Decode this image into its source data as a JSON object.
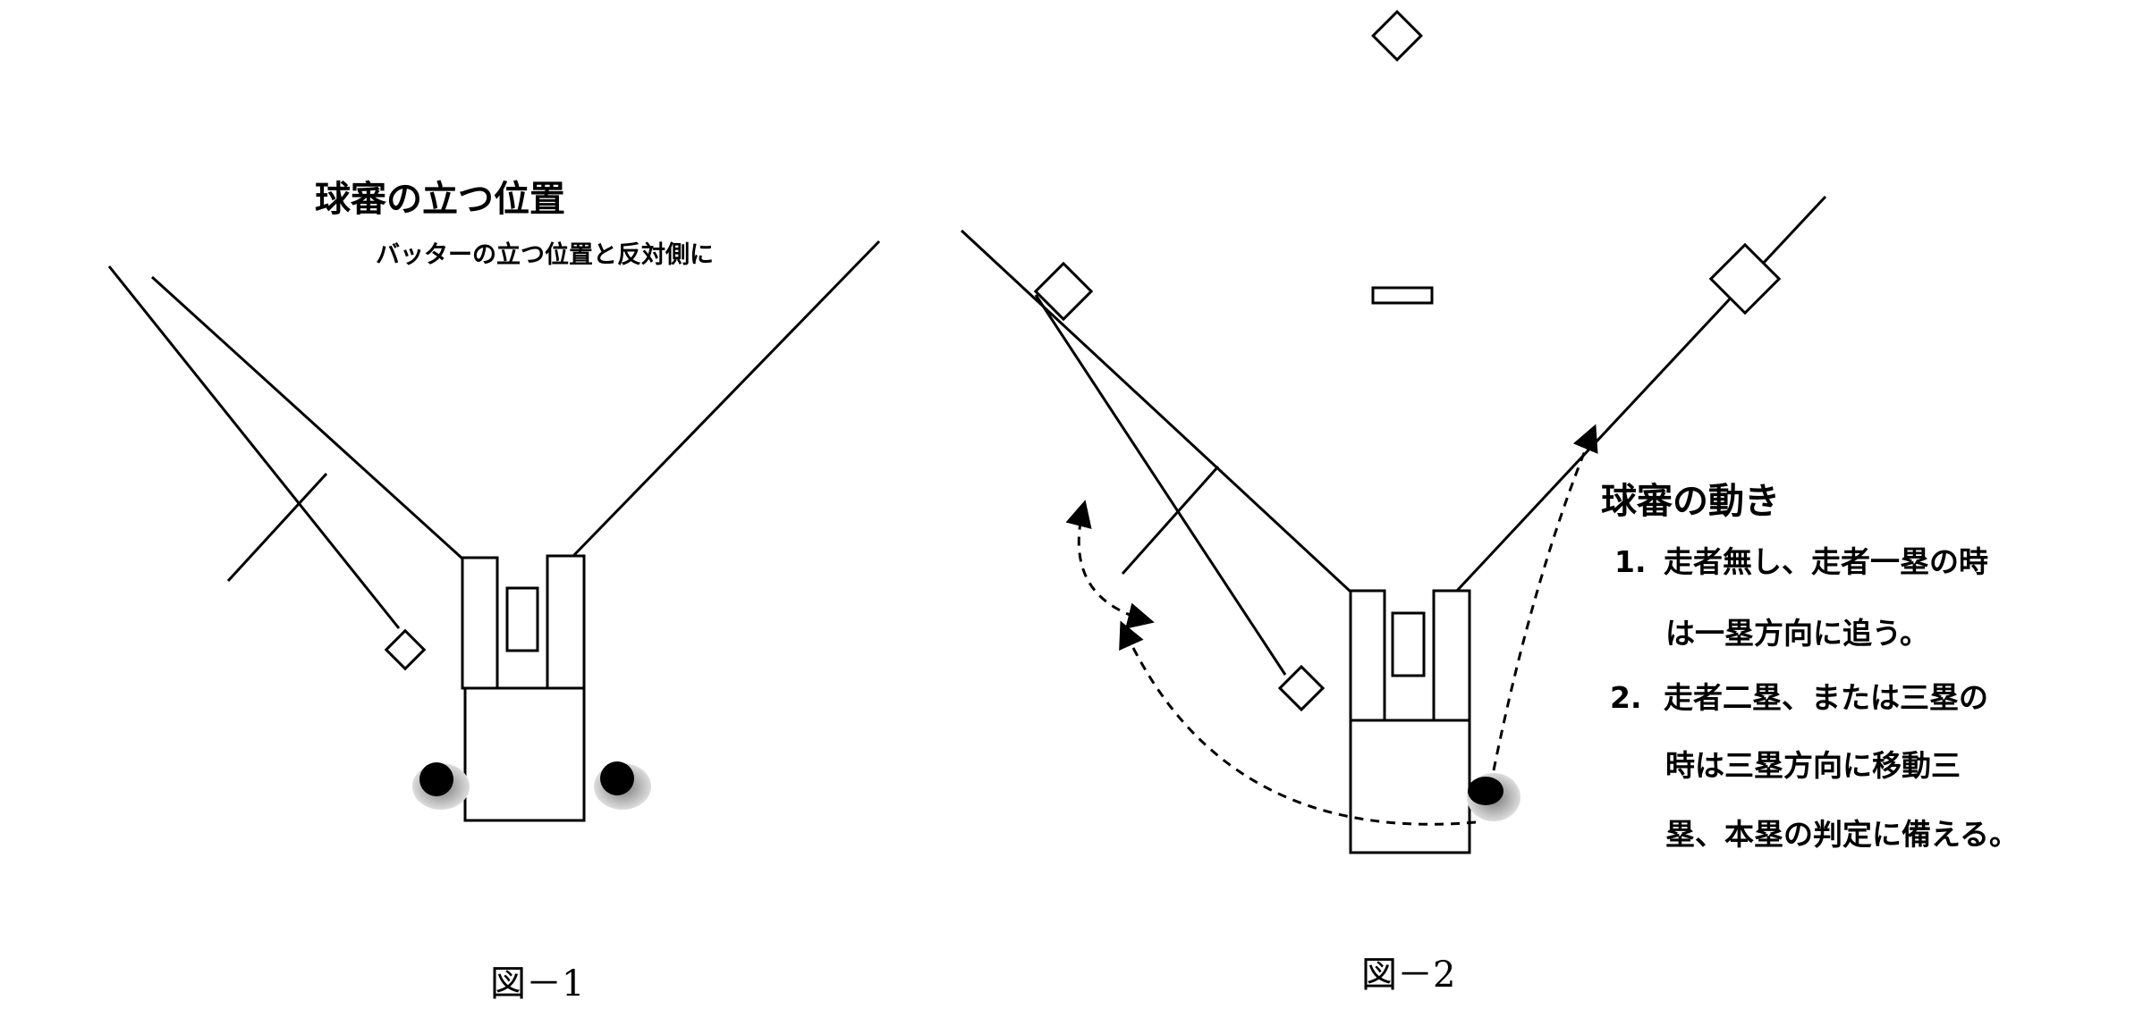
{
  "figure1": {
    "title": "球審の立つ位置",
    "subtitle": "バッターの立つ位置と反対側に",
    "caption": "図－1"
  },
  "figure2": {
    "heading": "球審の動き",
    "items": [
      {
        "number": "1.",
        "lines": [
          "走者無し、走者一塁の時",
          "は一塁方向に追う。"
        ]
      },
      {
        "number": "2.",
        "lines": [
          "走者二塁、または三塁の",
          "時は三塁方向に移動三",
          "塁、本塁の判定に備える。"
        ]
      }
    ],
    "caption": "図－2"
  }
}
